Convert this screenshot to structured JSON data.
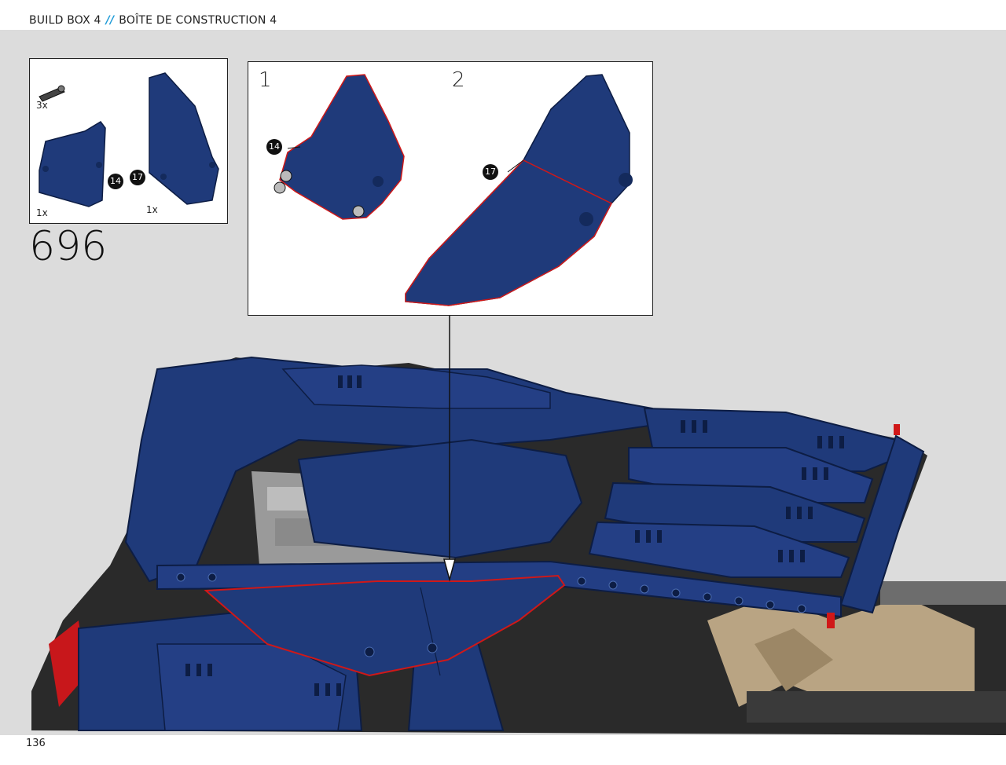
{
  "header": {
    "left_text": "BUILD BOX 4",
    "separator": "//",
    "right_text": "BOÎTE DE CONSTRUCTION 4"
  },
  "page_number": "136",
  "step": {
    "number": "696"
  },
  "parts_list": [
    {
      "qty": "3x",
      "icon": "axle-pin-icon"
    },
    {
      "qty": "1x",
      "callout": "14",
      "icon": "blue-panel-small-icon"
    },
    {
      "qty": "1x",
      "callout": "17",
      "icon": "blue-panel-large-icon"
    }
  ],
  "substeps": [
    {
      "label": "1",
      "callout": "14"
    },
    {
      "label": "2",
      "callout": "17"
    }
  ],
  "colors": {
    "accent": "#1e9bd7",
    "brick_blue": "#1f3a7a",
    "brick_blue_dark": "#142a5c",
    "highlight_red": "#d01818",
    "background_gray": "#dcdcdc"
  }
}
